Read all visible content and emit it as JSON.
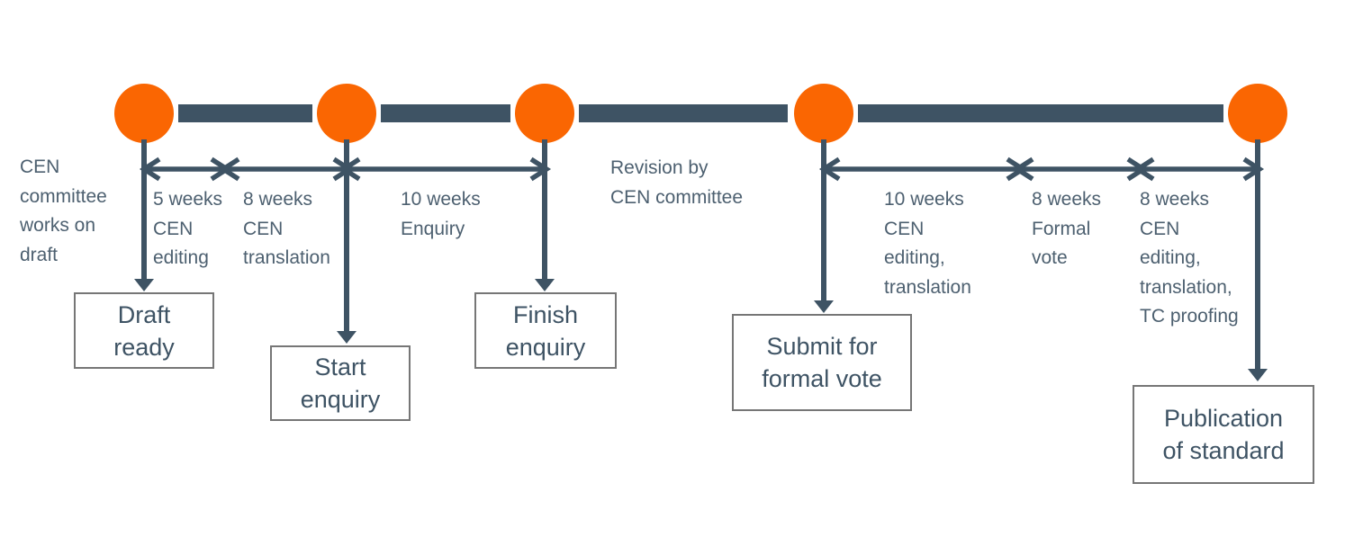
{
  "palette": {
    "orange": "#FA6602",
    "slate": "#3E5364",
    "label_text": "#4D6070",
    "box_text": "#3E5364",
    "box_border": "#767676",
    "background": "#FFFFFF"
  },
  "notes": {
    "intro": "CEN\ncommittee\nworks on\ndraft",
    "revision": "Revision by\nCEN committee"
  },
  "durations": [
    {
      "id": "cen-editing-5w",
      "text": "5 weeks\nCEN\nediting"
    },
    {
      "id": "cen-translation-8w",
      "text": "8 weeks\nCEN\ntranslation"
    },
    {
      "id": "enquiry-10w",
      "text": "10 weeks\nEnquiry"
    },
    {
      "id": "cen-editing-translation-10w",
      "text": "10 weeks\nCEN\nediting,\ntranslation"
    },
    {
      "id": "formal-vote-8w",
      "text": "8 weeks\nFormal\nvote"
    },
    {
      "id": "cen-editing-translation-proofing-8w",
      "text": "8 weeks\nCEN\nediting,\ntranslation,\nTC proofing"
    }
  ],
  "milestones": [
    {
      "id": "draft-ready",
      "text": "Draft\nready"
    },
    {
      "id": "start-enquiry",
      "text": "Start\nenquiry"
    },
    {
      "id": "finish-enquiry",
      "text": "Finish\nenquiry"
    },
    {
      "id": "submit-formal-vote",
      "text": "Submit for\nformal vote"
    },
    {
      "id": "publication-of-standard",
      "text": "Publication\nof standard"
    }
  ]
}
